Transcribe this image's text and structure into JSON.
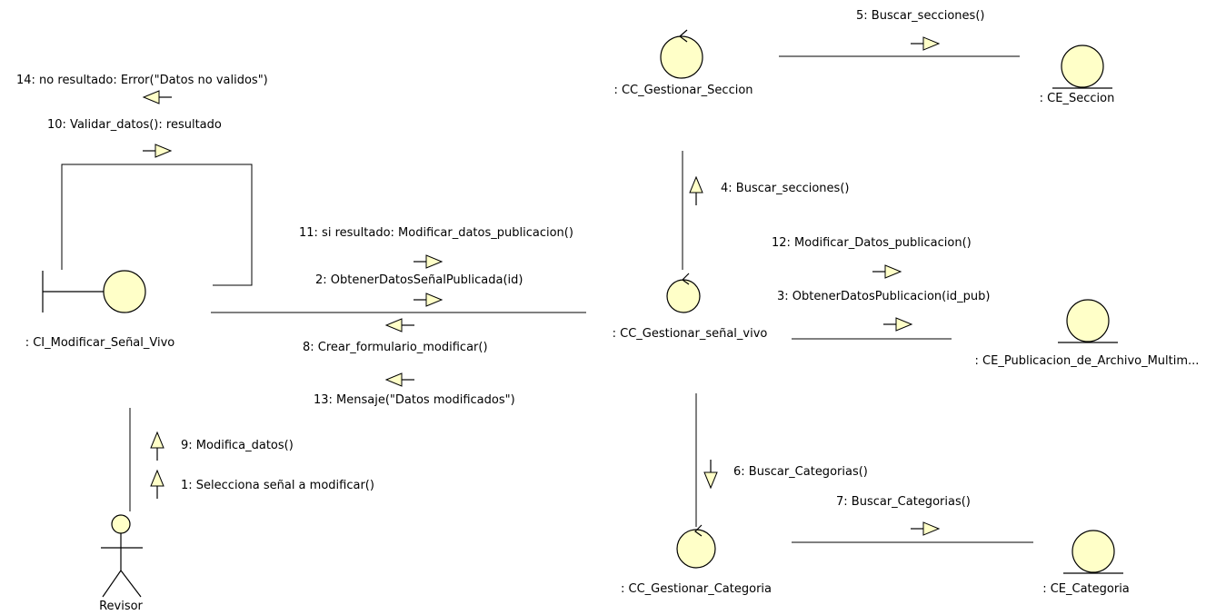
{
  "diagram": {
    "objects": {
      "boundary": ": CI_Modificar_Señal_Vivo",
      "actor": "Revisor",
      "cc_senal": ": CC_Gestionar_señal_vivo",
      "cc_seccion": ": CC_Gestionar_Seccion",
      "cc_categoria": ": CC_Gestionar_Categoria",
      "ce_seccion": ": CE_Seccion",
      "ce_publicacion": ": CE_Publicacion_de_Archivo_Multim...",
      "ce_categoria": ": CE_Categoria"
    },
    "messages": {
      "m1": "1: Selecciona señal a modificar()",
      "m2": "2: ObtenerDatosSeñalPublicada(id)",
      "m3": "3: ObtenerDatosPublicacion(id_pub)",
      "m4": "4: Buscar_secciones()",
      "m5": "5: Buscar_secciones()",
      "m6": "6: Buscar_Categorias()",
      "m7": "7: Buscar_Categorias()",
      "m8": "8: Crear_formulario_modificar()",
      "m9": "9: Modifica_datos()",
      "m10": "10: Validar_datos(): resultado",
      "m11": "11: si resultado: Modificar_datos_publicacion()",
      "m12": "12: Modificar_Datos_publicacion()",
      "m13": "13: Mensaje(\"Datos modificados\")",
      "m14": "14: no resultado: Error(\"Datos no validos\")"
    },
    "colors": {
      "shape_fill": "#ffffc8",
      "line": "#000000",
      "background": "#ffffff"
    }
  }
}
